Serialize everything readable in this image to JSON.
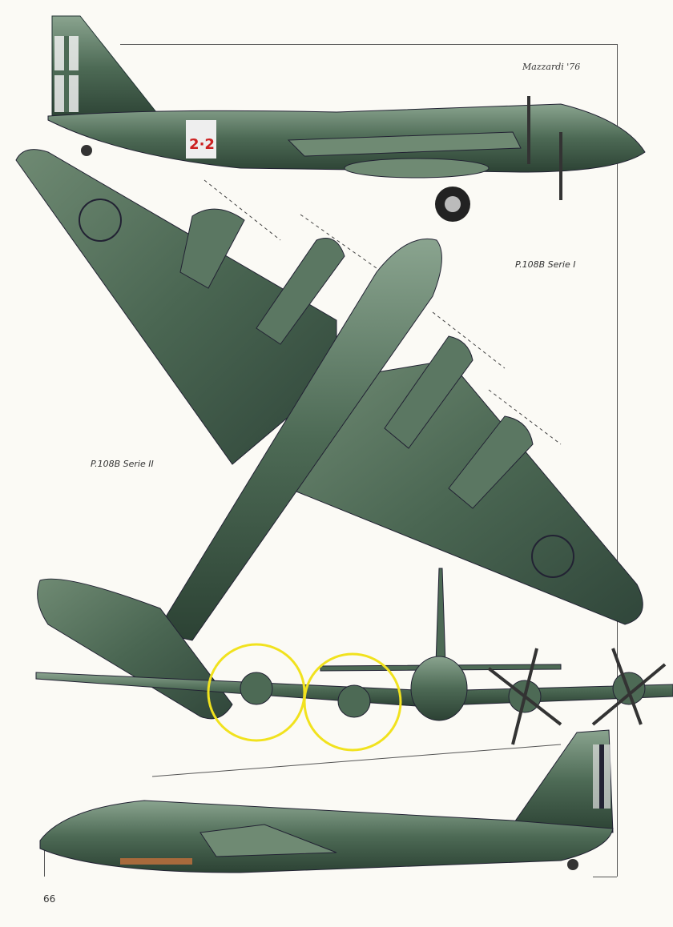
{
  "captions": {
    "artist_signature": "Mazzardi '76",
    "top_view_label": "P.108B Serie I",
    "plan_view_label": "P.108B Serie II"
  },
  "markings": {
    "side_code": "2·2"
  },
  "page_number": "66",
  "colors": {
    "paint_green": "#4d6a55",
    "paint_dark": "#2c4234",
    "highlight": "#9bb3a0",
    "callout_yellow": "#f1e21e",
    "background": "#fbfaf5"
  }
}
